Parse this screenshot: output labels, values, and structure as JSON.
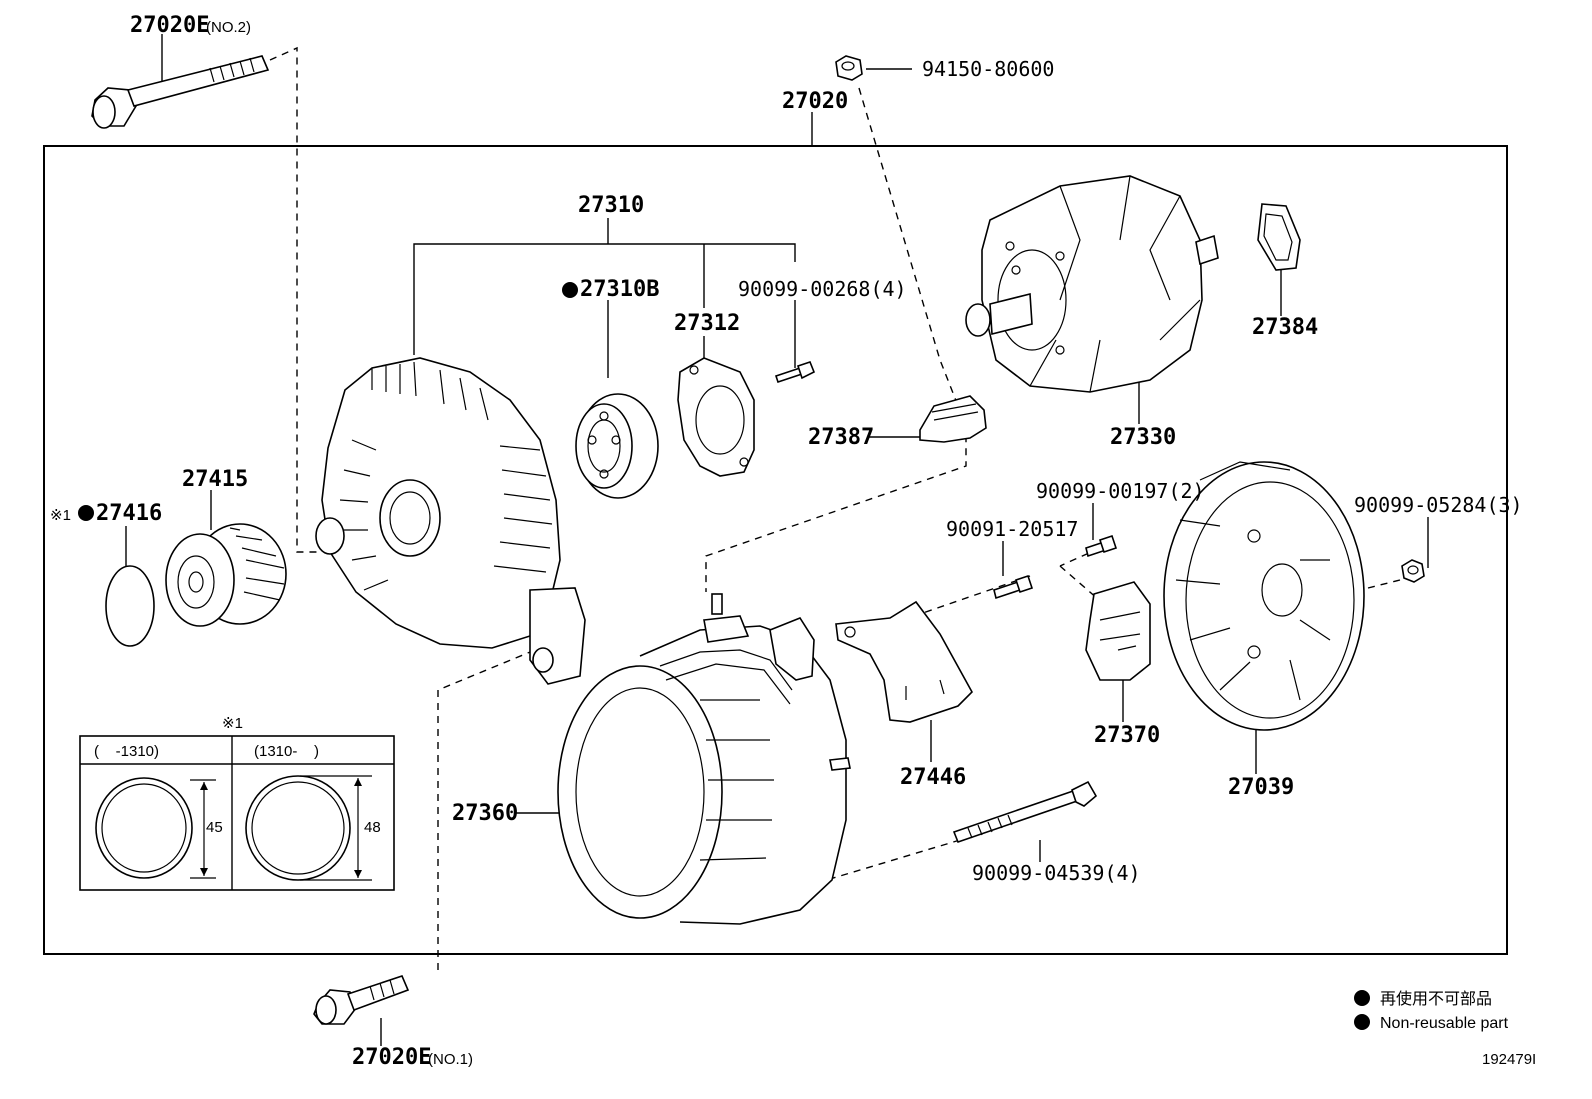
{
  "labels": {
    "p27020e_no2": "27020E",
    "p27020e_no2_note": "(NO.2)",
    "p94150": "94150-80600",
    "p27020": "27020",
    "p27310": "27310",
    "p27310b": "27310B",
    "p27312": "27312",
    "p90099_00268": "90099-00268(4)",
    "p27384": "27384",
    "p27387": "27387",
    "p27330": "27330",
    "p27415": "27415",
    "p27416": "27416",
    "p27416_prefix": "※1",
    "p90099_00197": "90099-00197(2)",
    "p90091_20517": "90091-20517",
    "p90099_05284": "90099-05284(3)",
    "p27370": "27370",
    "p27446": "27446",
    "p27039": "27039",
    "p27360": "27360",
    "p90099_04539": "90099-04539(4)",
    "p27020e_no1": "27020E",
    "p27020e_no1_note": "(NO.1)"
  },
  "inset": {
    "mark": "※1",
    "col1_header": "(    -1310)",
    "col2_header": "(1310-    )",
    "col1_dim": "45",
    "col2_dim": "48"
  },
  "legend": {
    "line1": "再使用不可部品",
    "line2": "Non-reusable part"
  },
  "figure_id": "192479I"
}
